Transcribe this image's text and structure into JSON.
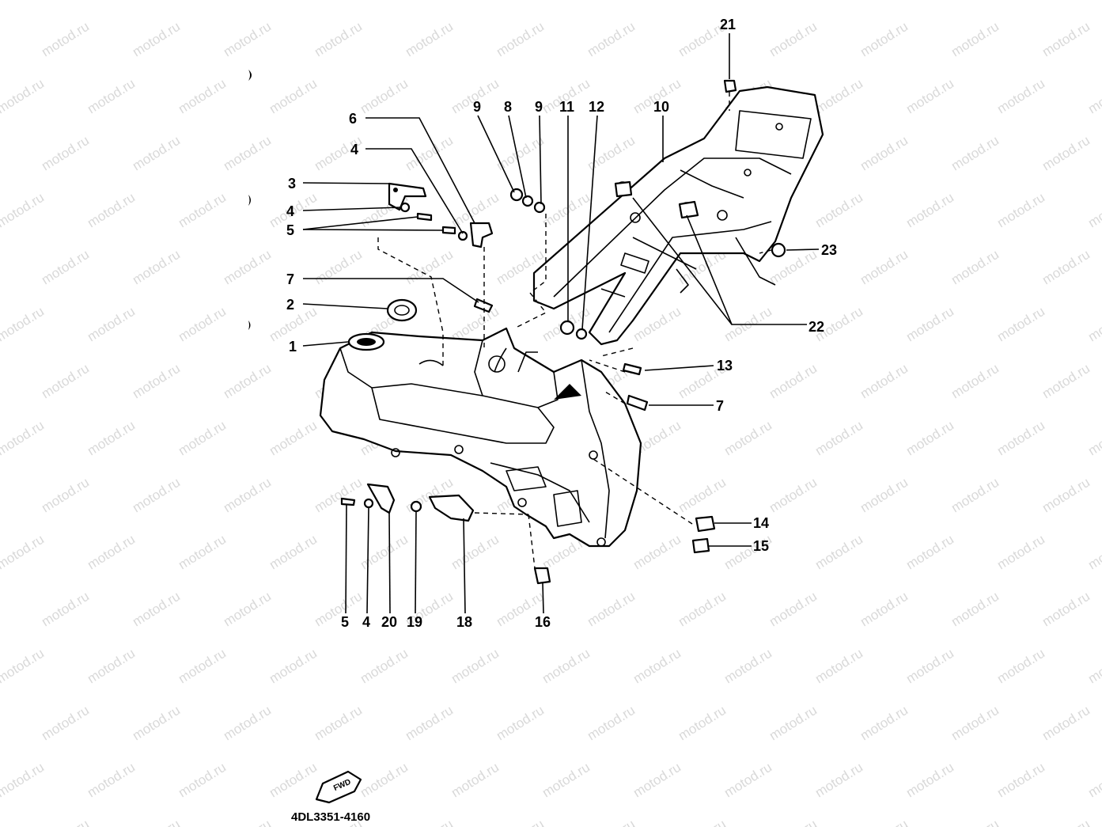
{
  "watermark": "motod.ru",
  "callouts": {
    "c1": "1",
    "c2": "2",
    "c3": "3",
    "c4a": "4",
    "c4b": "4",
    "c4c": "4",
    "c5a": "5",
    "c5b": "5",
    "c6": "6",
    "c7a": "7",
    "c7b": "7",
    "c8": "8",
    "c9a": "9",
    "c9b": "9",
    "c10": "10",
    "c11": "11",
    "c12": "12",
    "c13": "13",
    "c14": "14",
    "c15": "15",
    "c16": "16",
    "c18": "18",
    "c19": "19",
    "c20": "20",
    "c21": "21",
    "c22": "22",
    "c23": "23"
  },
  "fwd_label": "FWD",
  "drawing_code": "4DL3351-4160"
}
